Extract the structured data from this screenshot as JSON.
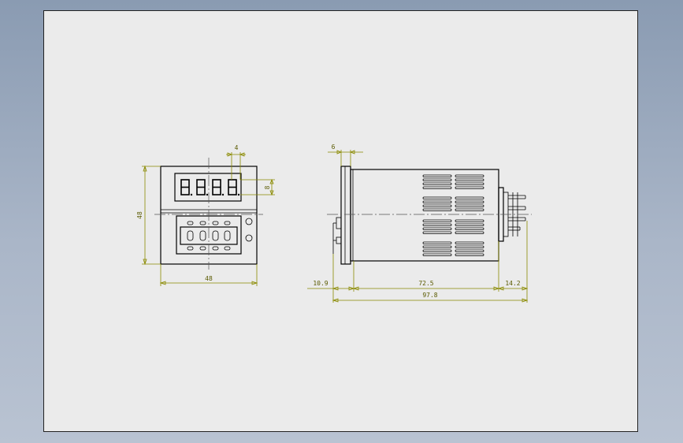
{
  "drawing": {
    "front_view": {
      "height_dim": "48",
      "width_dim": "48",
      "digit_pitch_dim": "4",
      "digit_height_dim": "8"
    },
    "side_view": {
      "bezel_dim": "6",
      "left_dim": "10.9",
      "body_dim": "72.5",
      "right_dim": "14.2",
      "overall_dim": "97.8"
    },
    "colors": {
      "sheet": "#ebebeb",
      "dimension": "#8a8a00",
      "outline": "#000000"
    }
  }
}
